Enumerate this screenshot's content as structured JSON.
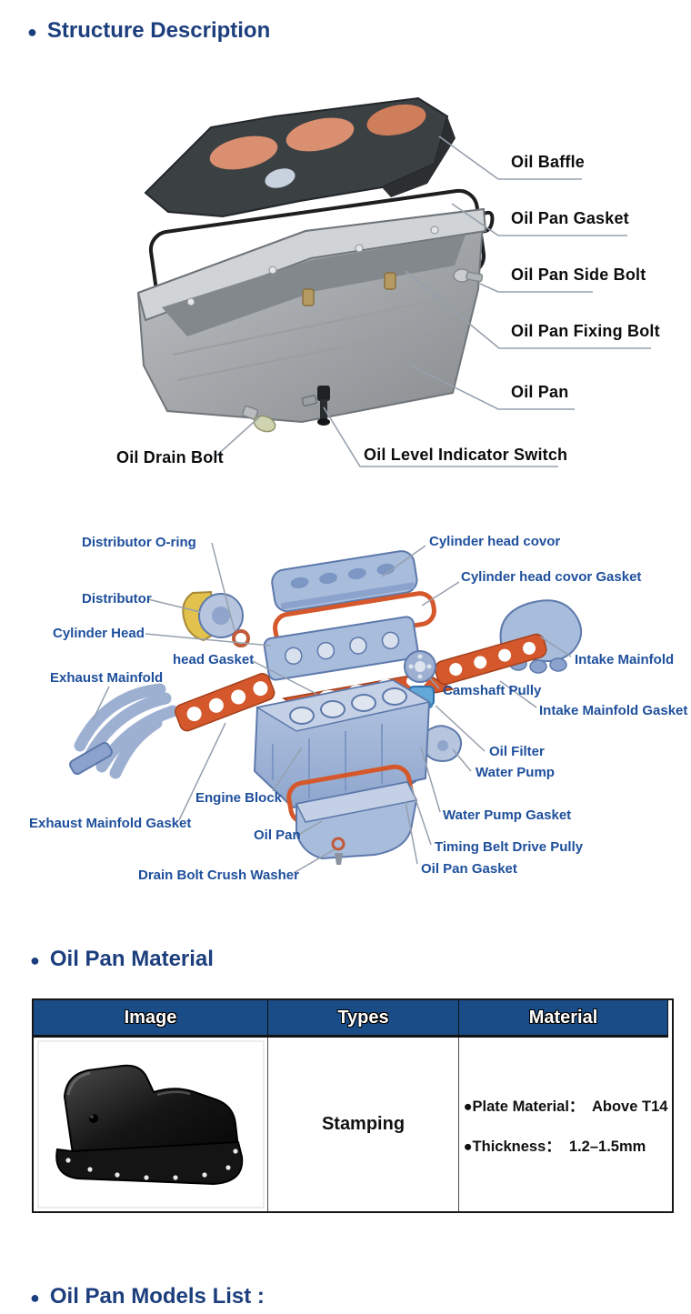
{
  "ui": {
    "bullet": "●"
  },
  "headings": {
    "structure": "Structure Description",
    "material": "Oil Pan Material",
    "models": "Oil Pan Models List :"
  },
  "colors": {
    "heading_blue": "#1c3e7d",
    "diagram2_label_blue": "#1e4f9c",
    "diagram1_label_black": "#0d0d0d",
    "table_header_bg": "#1a4c87",
    "table_header_text": "#ffffff",
    "gasket_orange": "#d4582b",
    "engine_part_blue": "#a8bcdc",
    "leader_line_gray": "#96a0ad"
  },
  "diagram1": {
    "name": "oil-pan-exploded-diagram",
    "labels": {
      "baffle": "Oil Baffle",
      "gasket": "Oil Pan Gasket",
      "side_bolt": "Oil Pan Side Bolt",
      "fixing_bolt": "Oil Pan Fixing Bolt",
      "pan": "Oil Pan",
      "drain_bolt": "Oil Drain Bolt",
      "level_switch": "Oil Level Indicator Switch"
    }
  },
  "diagram2": {
    "name": "engine-exploded-diagram",
    "labels": {
      "distributor_oring": "Distributor O-ring",
      "cyl_head_cover": "Cylinder head covor",
      "cyl_head_cover_gasket": "Cylinder head covor Gasket",
      "distributor": "Distributor",
      "cylinder_head": "Cylinder Head",
      "head_gasket": "head Gasket",
      "exhaust_manifold": "Exhaust Mainfold",
      "intake_manifold": "Intake Mainfold",
      "camshaft_pulley": "Camshaft Pully",
      "intake_manifold_gasket": "Intake Mainfold Gasket",
      "oil_filter": "Oil Filter",
      "water_pump": "Water Pump",
      "engine_block": "Engine Block",
      "water_pump_gasket": "Water Pump Gasket",
      "exhaust_manifold_gasket": "Exhaust Mainfold Gasket",
      "oil_pan": "Oil Pan",
      "timing_pulley": "Timing Belt Drive Pully",
      "oil_pan_gasket": "Oil Pan Gasket",
      "drain_washer": "Drain Bolt Crush Washer"
    }
  },
  "material_table": {
    "headers": [
      "Image",
      "Types",
      "Material"
    ],
    "row": {
      "image_name": "black-stamped-oil-pan-photo",
      "type": "Stamping",
      "materials": [
        "●Plate Material：  Above T14",
        "●Thickness：  1.2–1.5mm"
      ]
    }
  }
}
